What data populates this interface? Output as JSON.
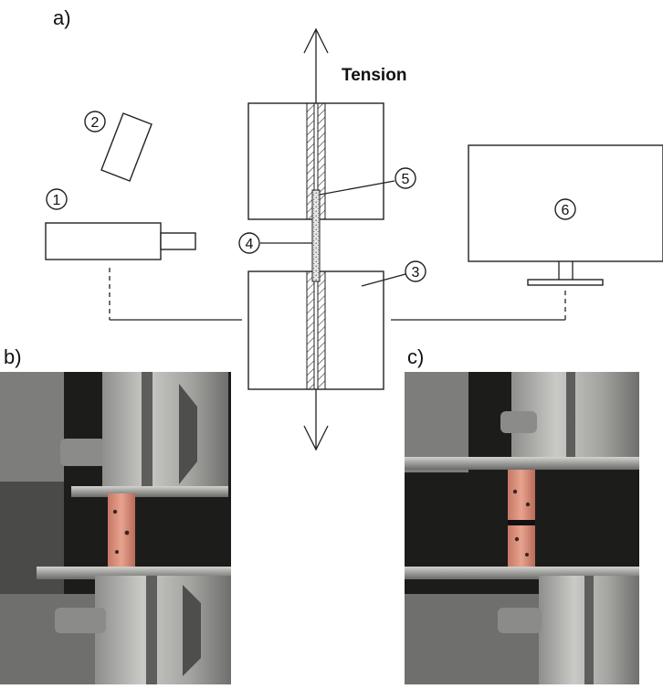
{
  "panels": {
    "a": "a)",
    "b": "b)",
    "c": "c)"
  },
  "diagram": {
    "force_label": "Tension",
    "components": [
      {
        "id": "camera",
        "number": "1"
      },
      {
        "id": "light",
        "number": "2"
      },
      {
        "id": "clamp",
        "number": "3"
      },
      {
        "id": "specimen",
        "number": "4"
      },
      {
        "id": "fixture",
        "number": "5"
      },
      {
        "id": "monitor",
        "number": "6"
      }
    ]
  },
  "photos": {
    "b_state": "intact",
    "c_state": "fractured"
  },
  "colors": {
    "ink": "#222222",
    "metal_light": "#b8b9b6",
    "metal_dark": "#5b5c5a",
    "background_dark": "#1c1c1b",
    "specimen": "#d9917e"
  }
}
